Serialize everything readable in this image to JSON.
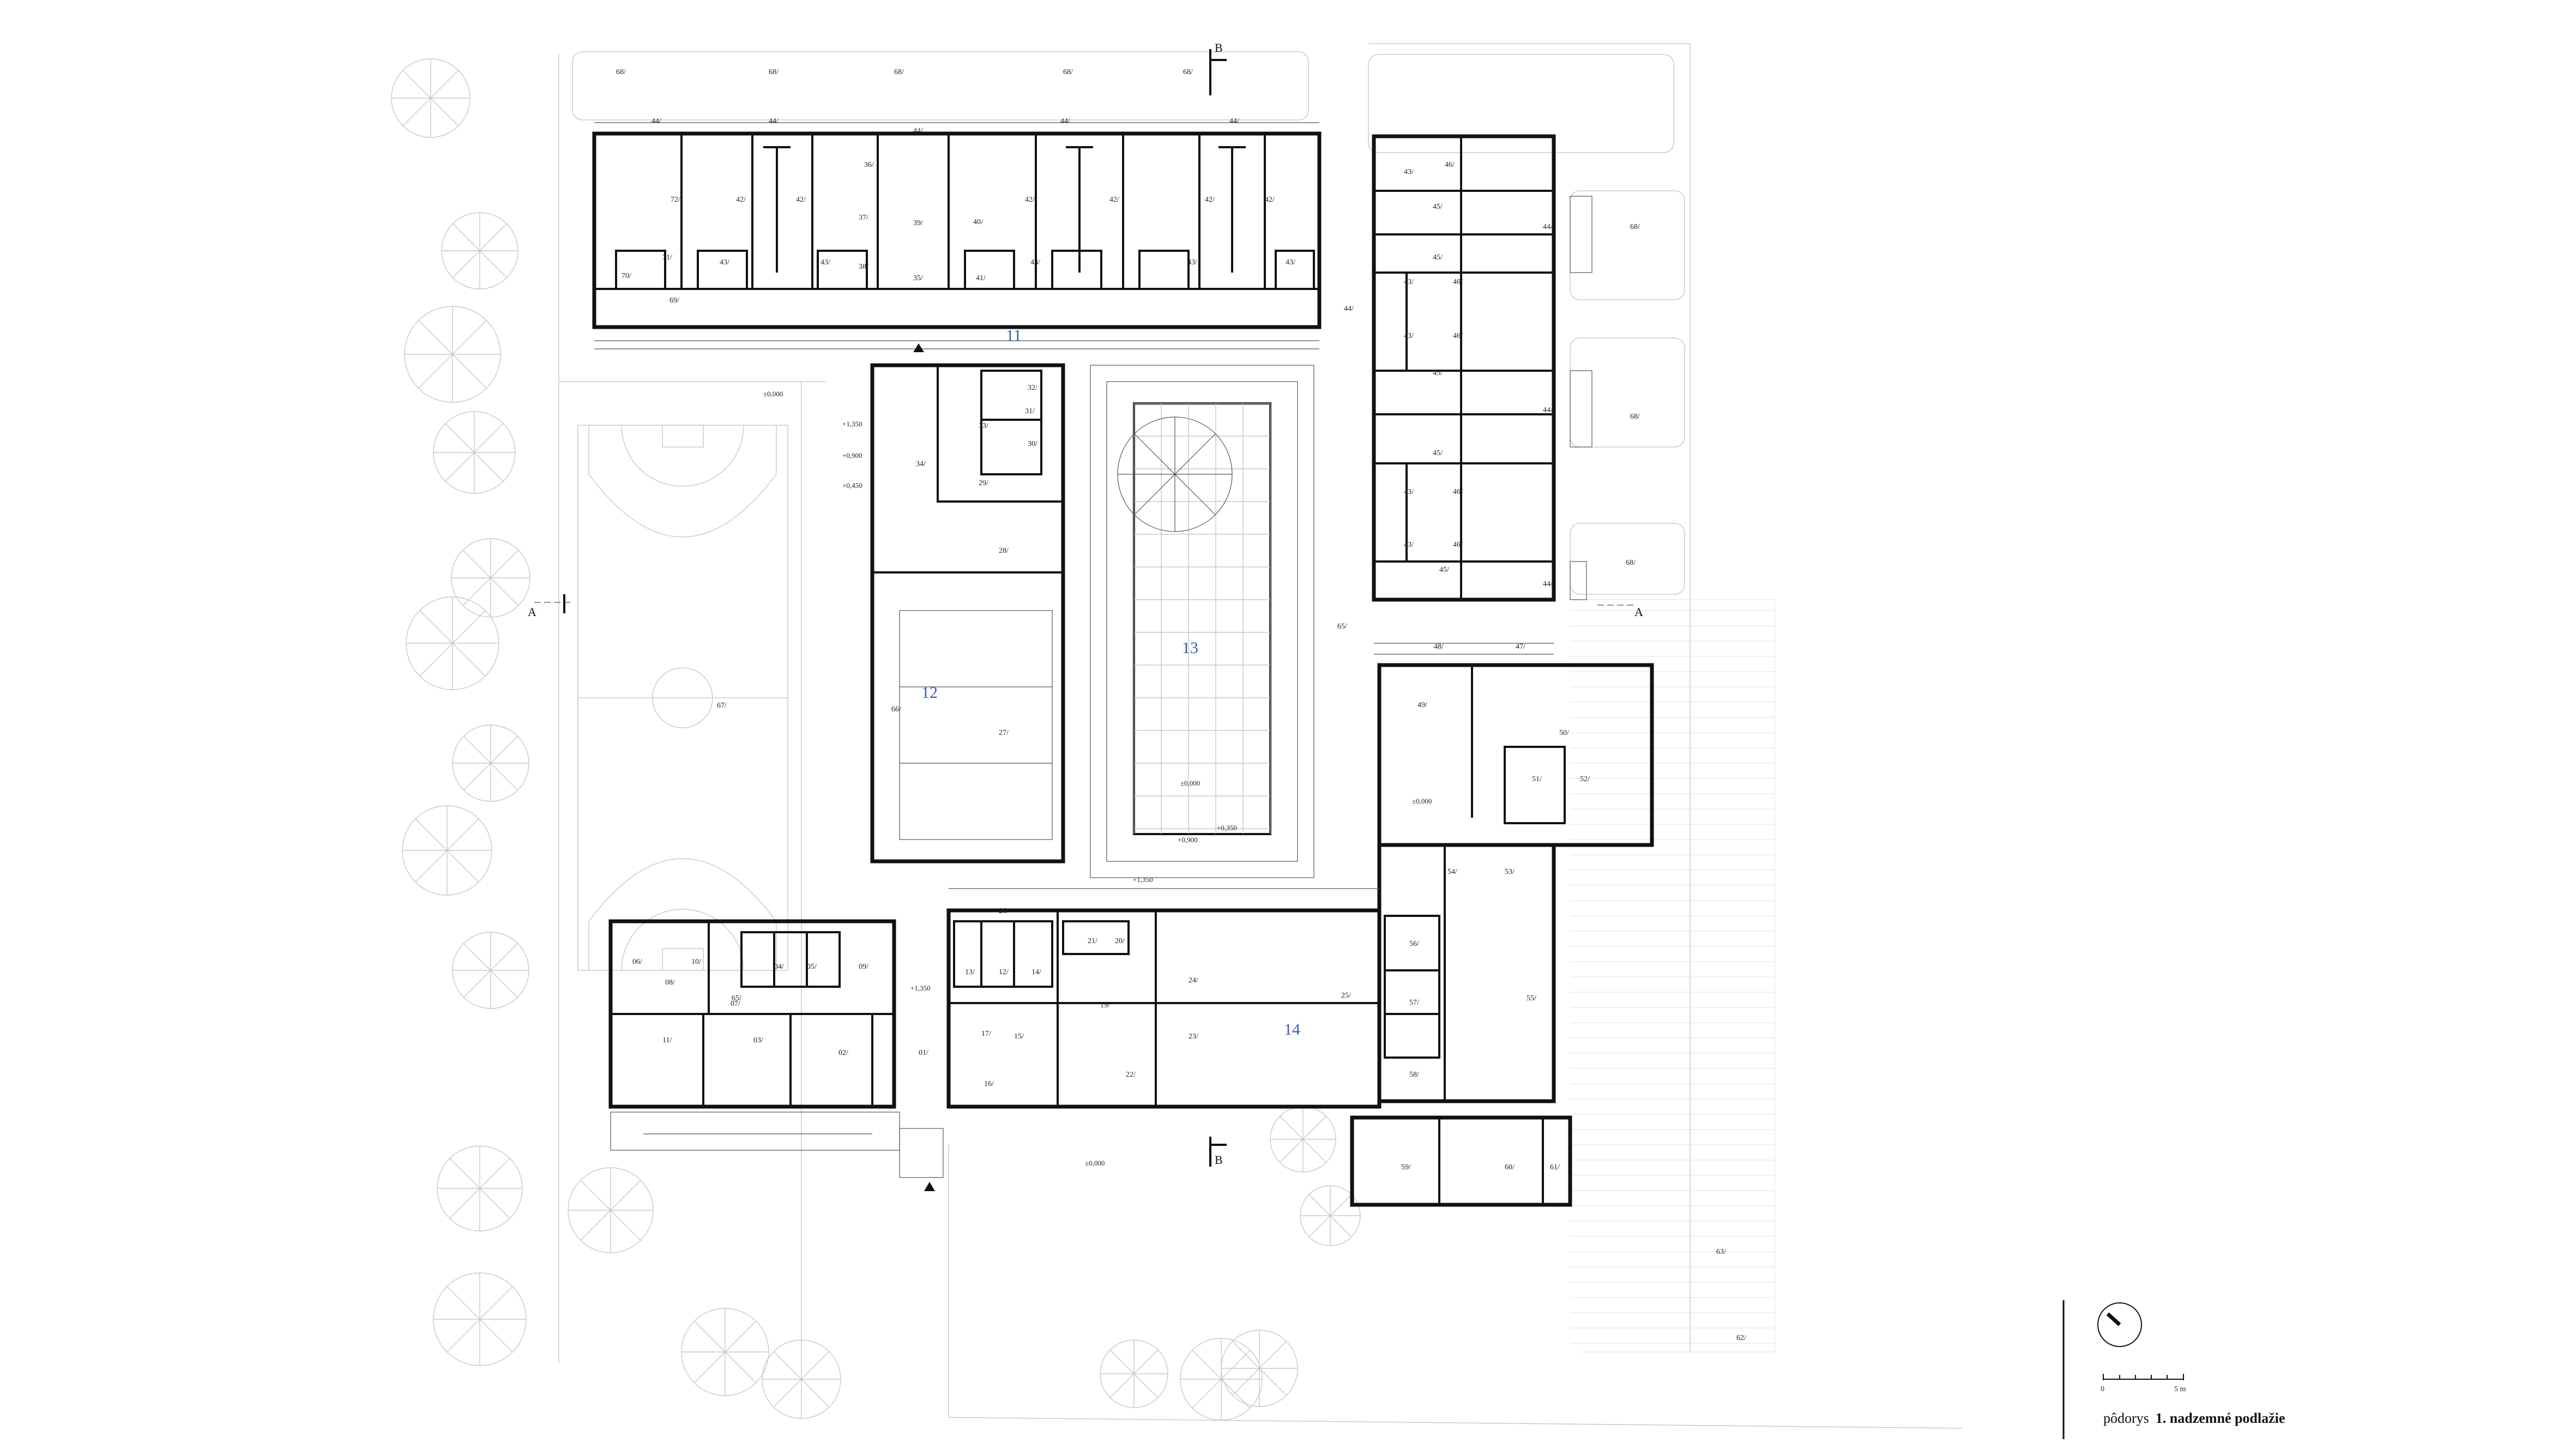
{
  "drawing": {
    "caption_prefix": "pôdorys",
    "caption_bold": "1. nadzemné podlažie",
    "scale_zero": "0",
    "scale_five": "5 m"
  },
  "zones": [
    {
      "id": "z11",
      "label": "11"
    },
    {
      "id": "z12",
      "label": "12"
    },
    {
      "id": "z13",
      "label": "13"
    },
    {
      "id": "z14",
      "label": "14"
    }
  ],
  "sections": {
    "a_left": "A",
    "a_right": "A",
    "b_top": "B",
    "b_bottom": "B"
  },
  "elevations": {
    "e1": "±0,000",
    "e2": "+1,350",
    "e3": "+0,900",
    "e4": "+0,450",
    "e5": "±0,000",
    "e6": "+0,350",
    "e7": "+0,900",
    "e8": "+1,350",
    "e9": "+1,350",
    "e10": "±0,000",
    "e11": "±0,000"
  },
  "rooms": {
    "r68a": "68/",
    "r68b": "68/",
    "r68c": "68/",
    "r68d": "68/",
    "r68e": "68/",
    "r44a": "44/",
    "r44b": "44/",
    "r44c": "44/",
    "r44d": "44/",
    "r44e": "44/",
    "r44f": "44/",
    "r72": "72/",
    "r42a": "42/",
    "r42b": "42/",
    "r36": "36/",
    "r40": "40/",
    "r42c": "42/",
    "r42d": "42/",
    "r42e": "42/",
    "r42f": "42/",
    "r71": "71/",
    "r43a": "43/",
    "r43b": "43/",
    "r37": "37/",
    "r39": "39/",
    "r38": "38/",
    "r41": "41/",
    "r43c": "43/",
    "r43d": "43/",
    "r43e": "43/",
    "r70": "70/",
    "r69": "69/",
    "r35": "35/",
    "r32": "32/",
    "r31": "31/",
    "r33": "33/",
    "r30": "30/",
    "r34": "34/",
    "r29": "29/",
    "r28": "28/",
    "r66": "66/",
    "r27": "27/",
    "r67": "67/",
    "r26": "26/",
    "r65": "65/",
    "r13": "13/",
    "r12": "12/",
    "r14": "14/",
    "r17": "17/",
    "r15": "15/",
    "r16": "16/",
    "r21": "21/",
    "r20": "20/",
    "r19": "19/",
    "r24": "24/",
    "r25": "25/",
    "r23": "23/",
    "r22": "22/",
    "r06": "06/",
    "r10": "10/",
    "r08": "08/",
    "r04": "04/",
    "r05": "05/",
    "r09": "09/",
    "r07": "07/",
    "r11": "11/",
    "r03": "03/",
    "r02": "02/",
    "r01": "01/",
    "r46a": "46/",
    "r45a": "45/",
    "r43f": "43/",
    "r46b": "46/",
    "r45b": "45/",
    "r43g": "43/",
    "r46c": "46/",
    "r43h": "43/",
    "r46d": "46/",
    "r45c": "45/",
    "r45d": "45/",
    "r43i": "43/",
    "r46e": "46/",
    "r43j": "43/",
    "r46f": "46/",
    "r45e": "45/",
    "r68f": "68/",
    "r68g": "68/",
    "r68h": "68/",
    "r44g": "44/",
    "r44h": "44/",
    "r44i": "44/",
    "r48": "48/",
    "r47": "47/",
    "r49": "49/",
    "r50": "50/",
    "r51": "51/",
    "r52": "52/",
    "r54": "54/",
    "r53": "53/",
    "r56": "56/",
    "r57": "57/",
    "r55": "55/",
    "r58": "58/",
    "r59": "59/",
    "r60": "60/",
    "r61": "61/",
    "r63": "63/",
    "r62": "62/"
  },
  "colors": {
    "walls": "#111111",
    "zone_labels": "#3a5fb0",
    "site_lines": "#c4c4c4"
  }
}
